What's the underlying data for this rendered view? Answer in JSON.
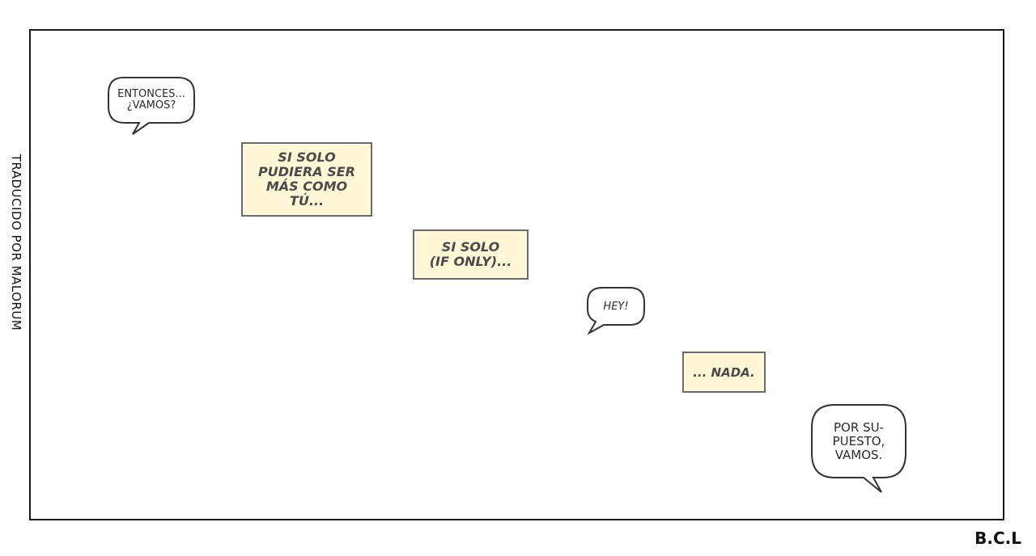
{
  "credits": {
    "translator": "TRADUCIDO POR MALORUM",
    "group": "B.C.L"
  },
  "bubbles": [
    {
      "id": "b1",
      "text": "ENTONCES...\n¿VAMOS?"
    },
    {
      "id": "b2",
      "text": "HEY!"
    },
    {
      "id": "b3",
      "text": "POR SU-\nPUESTO,\nVAMOS."
    }
  ],
  "captions": [
    {
      "id": "c1",
      "text": "SI SOLO\nPUDIERA SER\nMÁS COMO\nTÚ..."
    },
    {
      "id": "c2",
      "text": "SI SOLO\n(IF ONLY)..."
    },
    {
      "id": "c3",
      "text": "... NADA."
    }
  ],
  "colors": {
    "caption_fill": "#fff7d6",
    "caption_border": "#6e6a60",
    "bubble_stroke": "#333333",
    "panel_border": "#1a1a1a"
  }
}
